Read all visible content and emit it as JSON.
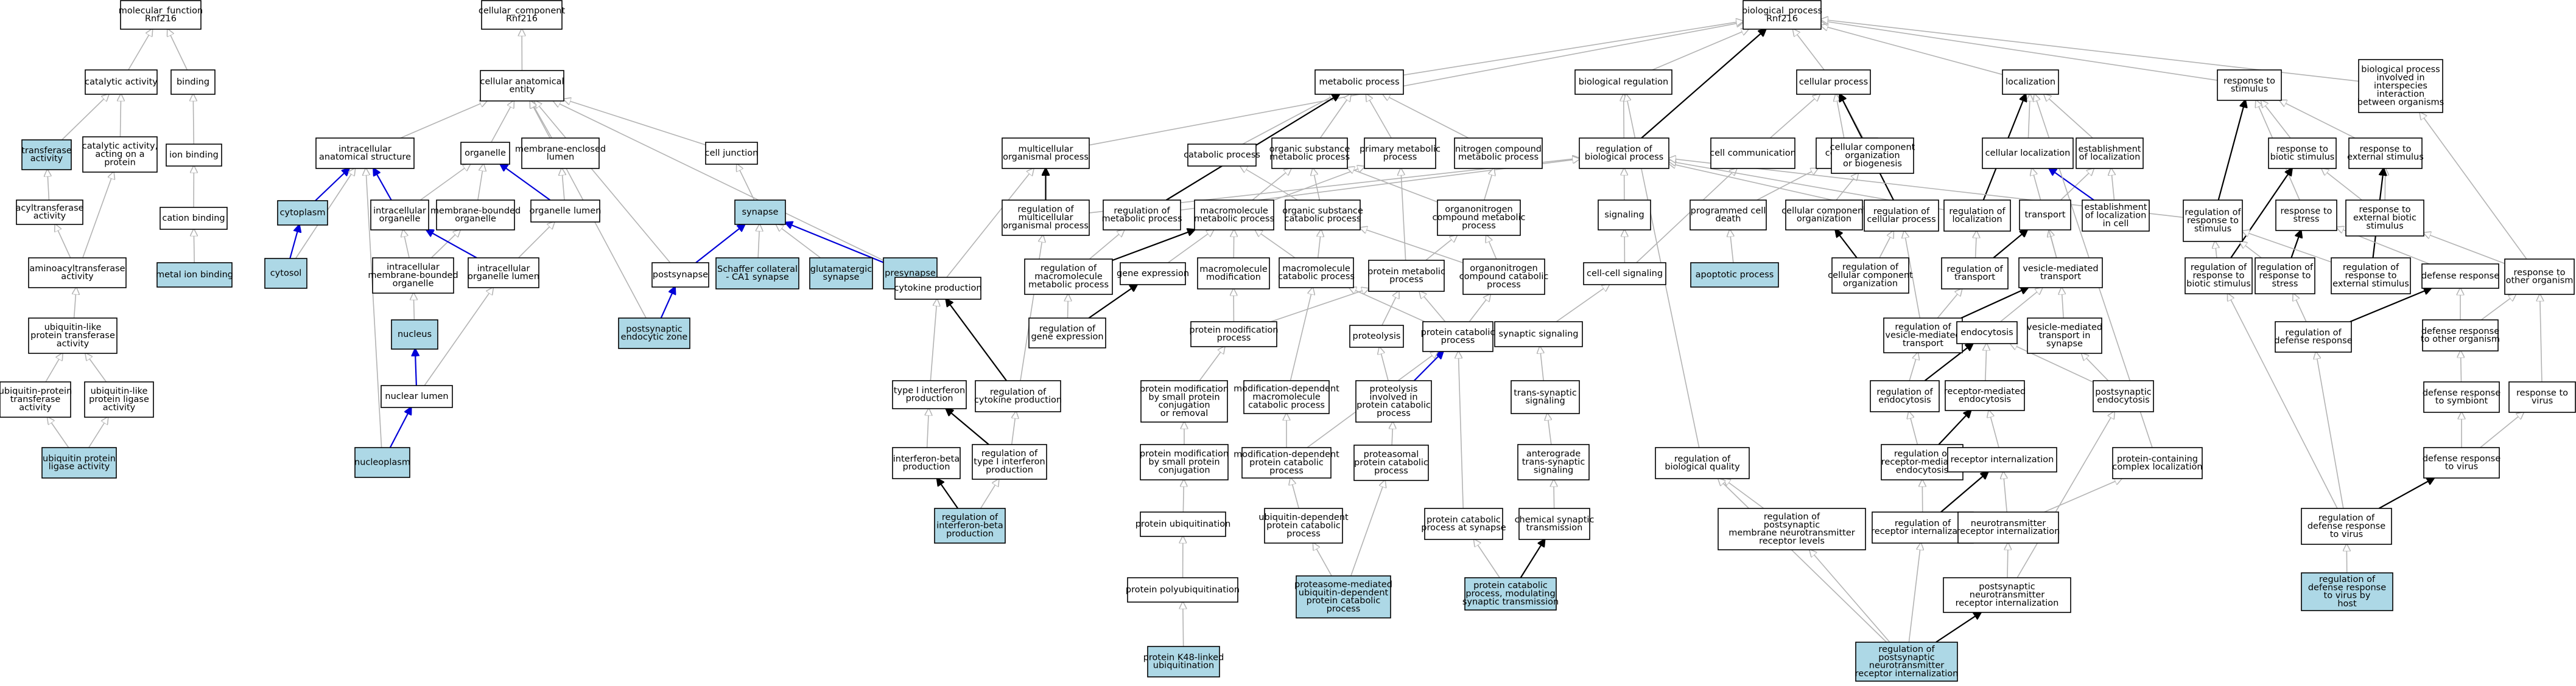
{
  "colors": {
    "highlight": "#add8e6",
    "is_a_edge": "#b3b3b3",
    "relation_edge": "#000000",
    "part_of_edge": "#0000d8"
  },
  "nodes": {
    "mf": "molecular_function\nRnf216",
    "cc": "cellular_component\nRnf216",
    "bp": "biological_process\nRnf216",
    "cat": "catalytic activity",
    "bind": "binding",
    "trans": "transferase\nactivity",
    "cat_prot": "catalytic activity,\nacting on a\nprotein",
    "ion": "ion binding",
    "acyl": "acyltransferase\nactivity",
    "cation": "cation binding",
    "metal": "metal ion binding",
    "aminoacyl": "aminoacyltransferase\nactivity",
    "ubl_trans": "ubiquitin-like\nprotein transferase\nactivity",
    "ub_trans": "ubiquitin-protein\ntransferase\nactivity",
    "ubl_lig": "ubiquitin-like\nprotein ligase\nactivity",
    "ub_lig": "ubiquitin protein\nligase activity",
    "cae": "cellular anatomical\nentity",
    "ias": "intracellular\nanatomical structure",
    "org": "organelle",
    "mel": "membrane-enclosed\nlumen",
    "cj": "cell junction",
    "cyto": "cytoplasm",
    "io": "intracellular\norganelle",
    "mbo": "membrane-bounded\norganelle",
    "ol": "organelle lumen",
    "syn": "synapse",
    "cytosol": "cytosol",
    "imbo": "intracellular\nmembrane-bounded\norganelle",
    "iol": "intracellular\norganelle lumen",
    "psyn": "postsynapse",
    "schaffer": "Schaffer collateral\n- CA1 synapse",
    "glut": "glutamatergic\nsynapse",
    "presyn": "presynapse",
    "nucleus": "nucleus",
    "pez": "postsynaptic\nendocytic zone",
    "nl": "nuclear lumen",
    "np": "nucleoplasm",
    "mop": "multicellular\norganismal process",
    "mp": "metabolic process",
    "reg_mop": "regulation of\nmulticellular\norganismal process",
    "catp": "catabolic process",
    "osmp": "organic substance\nmetabolic process",
    "pmp": "primary metabolic\nprocess",
    "ncmp": "nitrogen compound\nmetabolic process",
    "reg_mp": "regulation of\nmetabolic process",
    "mmp": "macromolecule\nmetabolic process",
    "oscp": "organic substance\ncatabolic process",
    "onmp": "organonitrogen\ncompound metabolic\nprocess",
    "reg_mmp": "regulation of\nmacromolecule\nmetabolic process",
    "ge": "gene expression",
    "mmod": "macromolecule\nmodification",
    "mcp": "macromolecule\ncatabolic process",
    "protmp": "protein metabolic\nprocess",
    "oncp": "organonitrogen\ncompound catabolic\nprocess",
    "cp": "cytokine production",
    "reg_ge": "regulation of\ngene expression",
    "pmod": "protein modification\nprocess",
    "proteolysis": "proteolysis",
    "pcp": "protein catabolic\nprocess",
    "t1ifn": "type I interferon\nproduction",
    "reg_cp": "regulation of\ncytokine production",
    "pm_small": "protein modification\nby small protein\nconjugation\nor removal",
    "md_mmcp": "modification-dependent\nmacromolecule\ncatabolic process",
    "prot_pcp": "proteolysis\ninvolved in\nprotein catabolic\nprocess",
    "ifnb": "interferon-beta\nproduction",
    "reg_t1ifn": "regulation of\ntype I interferon\nproduction",
    "pm_smallconj": "protein modification\nby small protein\nconjugation",
    "md_pcp": "modification-dependent\nprotein catabolic\nprocess",
    "proteasomal": "proteasomal\nprotein catabolic\nprocess",
    "reg_ifnb": "regulation of\ninterferon-beta\nproduction",
    "pubq": "protein ubiquitination",
    "ub_pcp": "ubiquitin-dependent\nprotein catabolic\nprocess",
    "pcp_syn": "protein catabolic\nprocess at synapse",
    "ppubq": "protein polyubiquitination",
    "pm_ub_pcp": "proteasome-mediated\nubiquitin-dependent\nprotein catabolic\nprocess",
    "pcp_mod": "protein catabolic\nprocess, modulating\nsynaptic transmission",
    "k48": "protein K48-linked\nubiquitination",
    "breg": "biological regulation",
    "reg_bp": "regulation of\nbiological process",
    "signaling": "signaling",
    "ccs": "cell-cell signaling",
    "synsig": "synaptic signaling",
    "transsyn": "trans-synaptic\nsignaling",
    "antero": "anterograde\ntrans-synaptic\nsignaling",
    "chemsyn": "chemical synaptic\ntransmission",
    "reg_bq": "regulation of\nbiological quality",
    "reg_pnt": "regulation of\npostsynaptic\nmembrane neurotransmitter\nreceptor levels",
    "cellp": "cellular process",
    "ccomm": "cell communication",
    "cdeath": "cell death",
    "ccob": "cellular component\norganization\nor biogenesis",
    "pcd": "programmed cell\ndeath",
    "apop": "apoptotic process",
    "cco": "cellular component\norganization",
    "reg_cellp": "regulation of\ncellular process",
    "reg_cco": "regulation of\ncellular component\norganization",
    "loc": "localization",
    "cloc": "cellular localization",
    "est_loc": "establishment\nof localization",
    "reg_loc": "regulation of\nlocalization",
    "transport": "transport",
    "est_loc_cell": "establishment\nof localization\nin cell",
    "reg_trans": "regulation of\ntransport",
    "vmt": "vesicle-mediated\ntransport",
    "reg_vmt": "regulation of\nvesicle-mediated\ntransport",
    "endo": "endocytosis",
    "vmt_syn": "vesicle-mediated\ntransport in\nsynapse",
    "reg_endo": "regulation of\nendocytosis",
    "rme": "receptor-mediated\nendocytosis",
    "pse": "postsynaptic\nendocytosis",
    "reg_rme": "regulation of\nreceptor-mediated\nendocytosis",
    "ri": "receptor internalization",
    "reg_ri": "regulation of\nreceptor internalization",
    "nri": "neurotransmitter\nreceptor internalization",
    "pcl": "protein-containing\ncomplex localization",
    "pnri": "postsynaptic\nneurotransmitter\nreceptor internalization",
    "reg_pnri": "regulation of\npostsynaptic\nneurotransmitter\nreceptor internalization",
    "rts": "response to\nstimulus",
    "bpio": "biological process\ninvolved in\ninterspecies\ninteraction\nbetween organisms",
    "rtbs": "response to\nbiotic stimulus",
    "rtes": "response to\nexternal stimulus",
    "reg_rts": "regulation of\nresponse to\nstimulus",
    "rtstress": "response to\nstress",
    "rtebs": "response to\nexternal biotic\nstimulus",
    "reg_rtbs": "regulation of\nresponse to\nbiotic stimulus",
    "reg_rtstress": "regulation of\nresponse to\nstress",
    "reg_rtes": "regulation of\nresponse to\nexternal stimulus",
    "dr": "defense response",
    "rtoo": "response to\nother organism",
    "reg_dr": "regulation of\ndefense response",
    "drtoo": "defense response\nto other organism",
    "drts": "defense response\nto symbiont",
    "rtv": "response to\nvirus",
    "drtv": "defense response\nto virus",
    "reg_drtv": "regulation of\ndefense response\nto virus",
    "reg_drtvh": "regulation of\ndefense response\nto virus by\nhost"
  }
}
